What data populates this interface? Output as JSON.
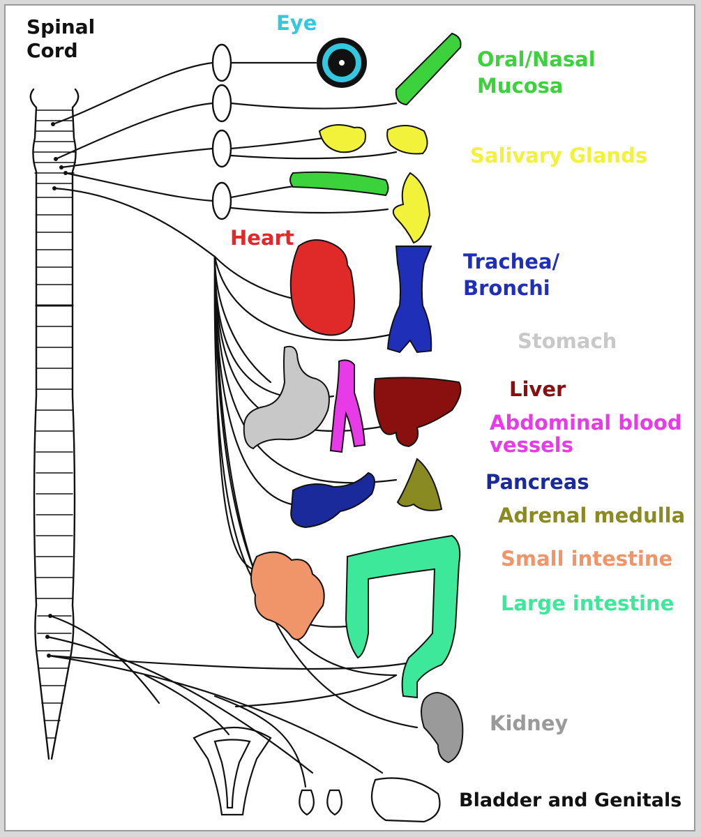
{
  "spinal_cord_label": [
    "Spinal",
    "Cord"
  ],
  "organs": [
    {
      "id": "eye",
      "label": "Eye",
      "color": "#33c8e0"
    },
    {
      "id": "oral-nasal-mucosa",
      "label": [
        "Oral/Nasal",
        "Mucosa"
      ],
      "color": "#3bd23b"
    },
    {
      "id": "salivary-glands",
      "label": "Salivary Glands",
      "color": "#f2f23a"
    },
    {
      "id": "heart",
      "label": "Heart",
      "color": "#e02a2a"
    },
    {
      "id": "trachea-bronchi",
      "label": [
        "Trachea/",
        "Bronchi"
      ],
      "color": "#1f2fb8"
    },
    {
      "id": "stomach",
      "label": "Stomach",
      "color": "#c8c8c8"
    },
    {
      "id": "liver",
      "label": "Liver",
      "color": "#8a1010"
    },
    {
      "id": "abdominal-blood-vessels",
      "label": [
        "Abdominal blood",
        "vessels"
      ],
      "color": "#e83be8"
    },
    {
      "id": "pancreas",
      "label": "Pancreas",
      "color": "#1a2a9a"
    },
    {
      "id": "adrenal-medulla",
      "label": "Adrenal medulla",
      "color": "#8a8a22"
    },
    {
      "id": "small-intestine",
      "label": "Small intestine",
      "color": "#f0946a"
    },
    {
      "id": "large-intestine",
      "label": "Large intestine",
      "color": "#3de89a"
    },
    {
      "id": "kidney",
      "label": "Kidney",
      "color": "#9a9a9a"
    },
    {
      "id": "bladder-genitals",
      "label": "Bladder and Genitals",
      "color": "#111111"
    }
  ]
}
